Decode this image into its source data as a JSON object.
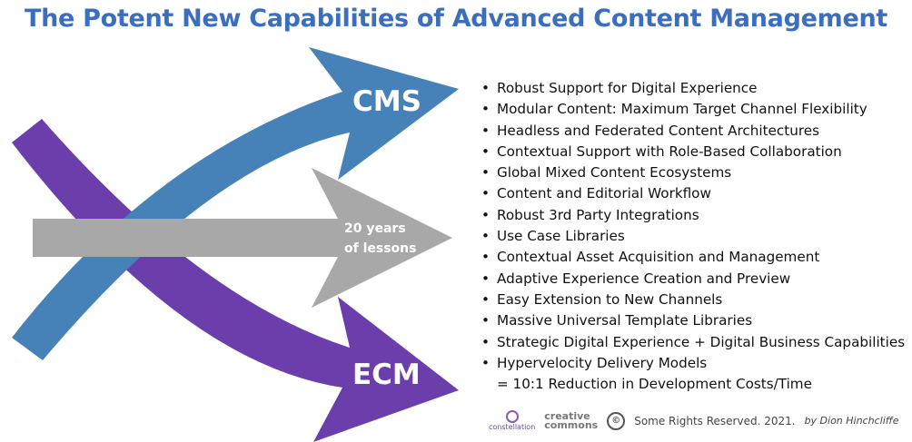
{
  "title": "The Potent New Capabilities of Advanced Content Management",
  "diagram": {
    "cms_label": "CMS",
    "ecm_label": "ECM",
    "gray_label_line1": "20 years",
    "gray_label_line2": "of lessons",
    "colors": {
      "cms": "#4682b8",
      "ecm": "#6b3eac",
      "gray": "#a8a8a8"
    }
  },
  "capabilities": [
    "Robust Support for Digital Experience",
    "Modular Content: Maximum Target Channel Flexibility",
    "Headless and Federated Content Architectures",
    "Contextual Support with Role-Based Collaboration",
    "Global Mixed Content Ecosystems",
    "Content and Editorial Workflow",
    "Robust 3rd Party Integrations",
    "Use Case Libraries",
    "Contextual Asset Acquisition and Management",
    "Adaptive Experience Creation and Preview",
    "Easy Extension to New Channels",
    "Massive Universal Template Libraries",
    "Strategic Digital Experience + Digital Business Capabilities",
    "Hypervelocity Delivery Models"
  ],
  "capabilities_sub": "= 10:1 Reduction in Development Costs/Time",
  "footer": {
    "logo_text": "constellation",
    "cc_line1": "creative",
    "cc_line2": "commons",
    "copyright_symbol": "©",
    "rights": "Some Rights Reserved. 2021.",
    "author": "by Dion Hinchcliffe"
  }
}
